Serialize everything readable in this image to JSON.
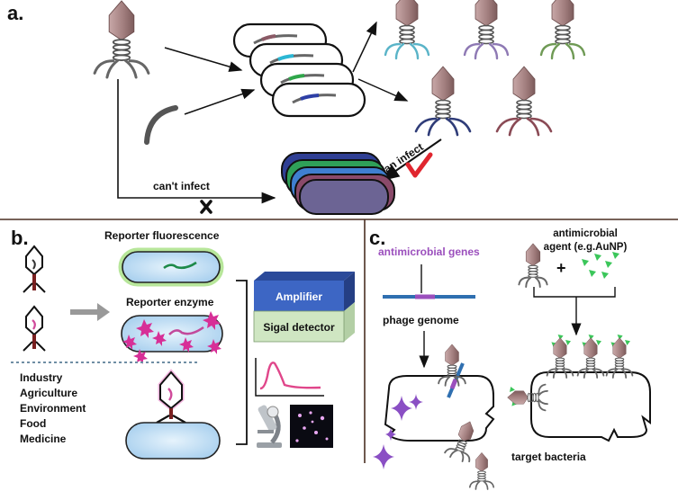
{
  "panels": {
    "a": "a.",
    "b": "b.",
    "c": "c."
  },
  "panel_a": {
    "cant_infect": "can't infect",
    "can_infect": "can infect"
  },
  "panel_b": {
    "reporter_fluorescence": "Reporter fluorescence",
    "reporter_enzyme": "Reporter enzyme",
    "amplifier": "Amplifier",
    "signal_detector": "Sigal detector",
    "applications": [
      "Industry",
      "Agriculture",
      "Environment",
      "Food",
      "Medicine"
    ]
  },
  "panel_c": {
    "antimicrobial_genes": "antimicrobial genes",
    "phage_genome": "phage genome",
    "antimicrobial_agent_line1": "antimicrobial",
    "antimicrobial_agent_line2": "agent  (e.g.AuNP)",
    "plus": "+",
    "target_bacteria": "target bacteria"
  },
  "colors": {
    "phage_head": "#a98383",
    "divider": "#4a2f22",
    "dotted": "#6f8ea4",
    "amplifier": "#3d66c4",
    "detector": "#cfe6c2",
    "gene_bar": "#2f6fb0",
    "gene_highlight": "#9b4fbd",
    "check": "#e0262f",
    "cell_fill": "#b9d9f0",
    "star": "#d72f97",
    "sparkle": "#8a4fc4",
    "agent": "#3bc65a"
  }
}
